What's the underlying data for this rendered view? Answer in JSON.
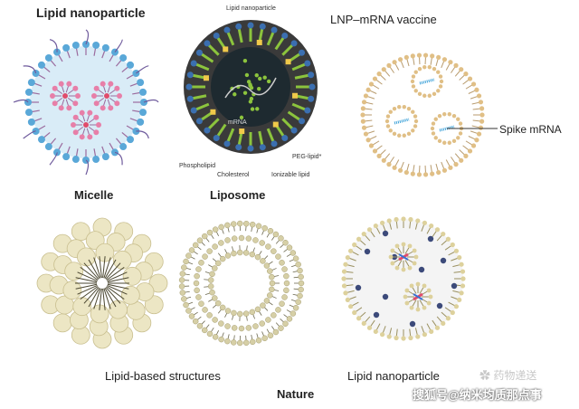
{
  "labels": {
    "lnp_title_1": "Lipid nanoparticle",
    "lnp_vaccine": "LNP–mRNA vaccine",
    "spike_mrna": "Spike mRNA",
    "micelle": "Micelle",
    "liposome": "Liposome",
    "lipid_based_structures": "Lipid-based structures",
    "lnp_title_2": "Lipid nanoparticle",
    "source": "Nature"
  },
  "inset": {
    "title": "Lipid nanoparticle",
    "mrna": "mRNA",
    "phospholipid": "Phospholipid",
    "cholesterol": "Cholesterol",
    "ionizable": "Ionizable lipid",
    "peg": "PEG-lipid*"
  },
  "watermark": {
    "account": "药物递送",
    "platform": "搜狐号@纳米均质那点事"
  },
  "colors": {
    "lipid_head": "#5aa8d8",
    "lipid_tail": "#9b6b9e",
    "peg": "#6e5a9c",
    "mrna": "#e04b6b",
    "liposome_head": "#d6cfa6",
    "dark_core": "#1e2a30",
    "bilayer_green": "#8cc43d",
    "cholesterol": "#f0c94a"
  }
}
